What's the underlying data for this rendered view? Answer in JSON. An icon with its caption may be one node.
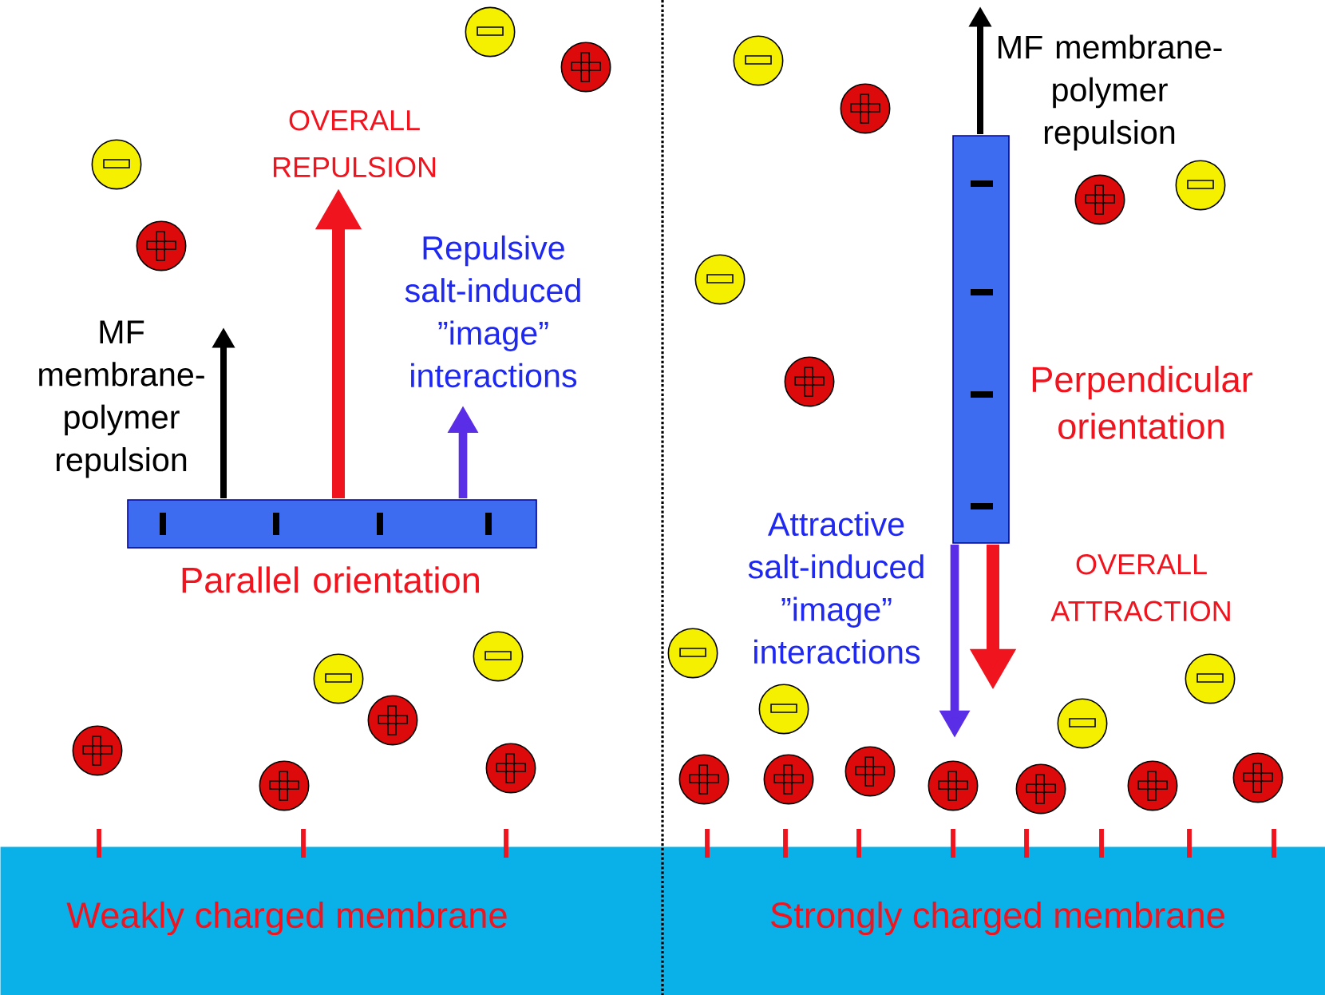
{
  "diagram": {
    "nodes": [
      {
        "text": [
          "Weakly charged membrane"
        ]
      },
      {
        "text": [
          "Strongly charged membrane"
        ]
      }
    ],
    "labels": [
      "OVERALL REPULSION",
      "Repulsive salt-induced ”image” interactions",
      "MF membrane-polymer repulsion",
      "Parallel orientation",
      "MF membrane-polymer repulsion",
      "Perpendicular orientation",
      "Attractive salt-induced ”image” interactions",
      "OVERALL ATTRACTION"
    ]
  }
}
